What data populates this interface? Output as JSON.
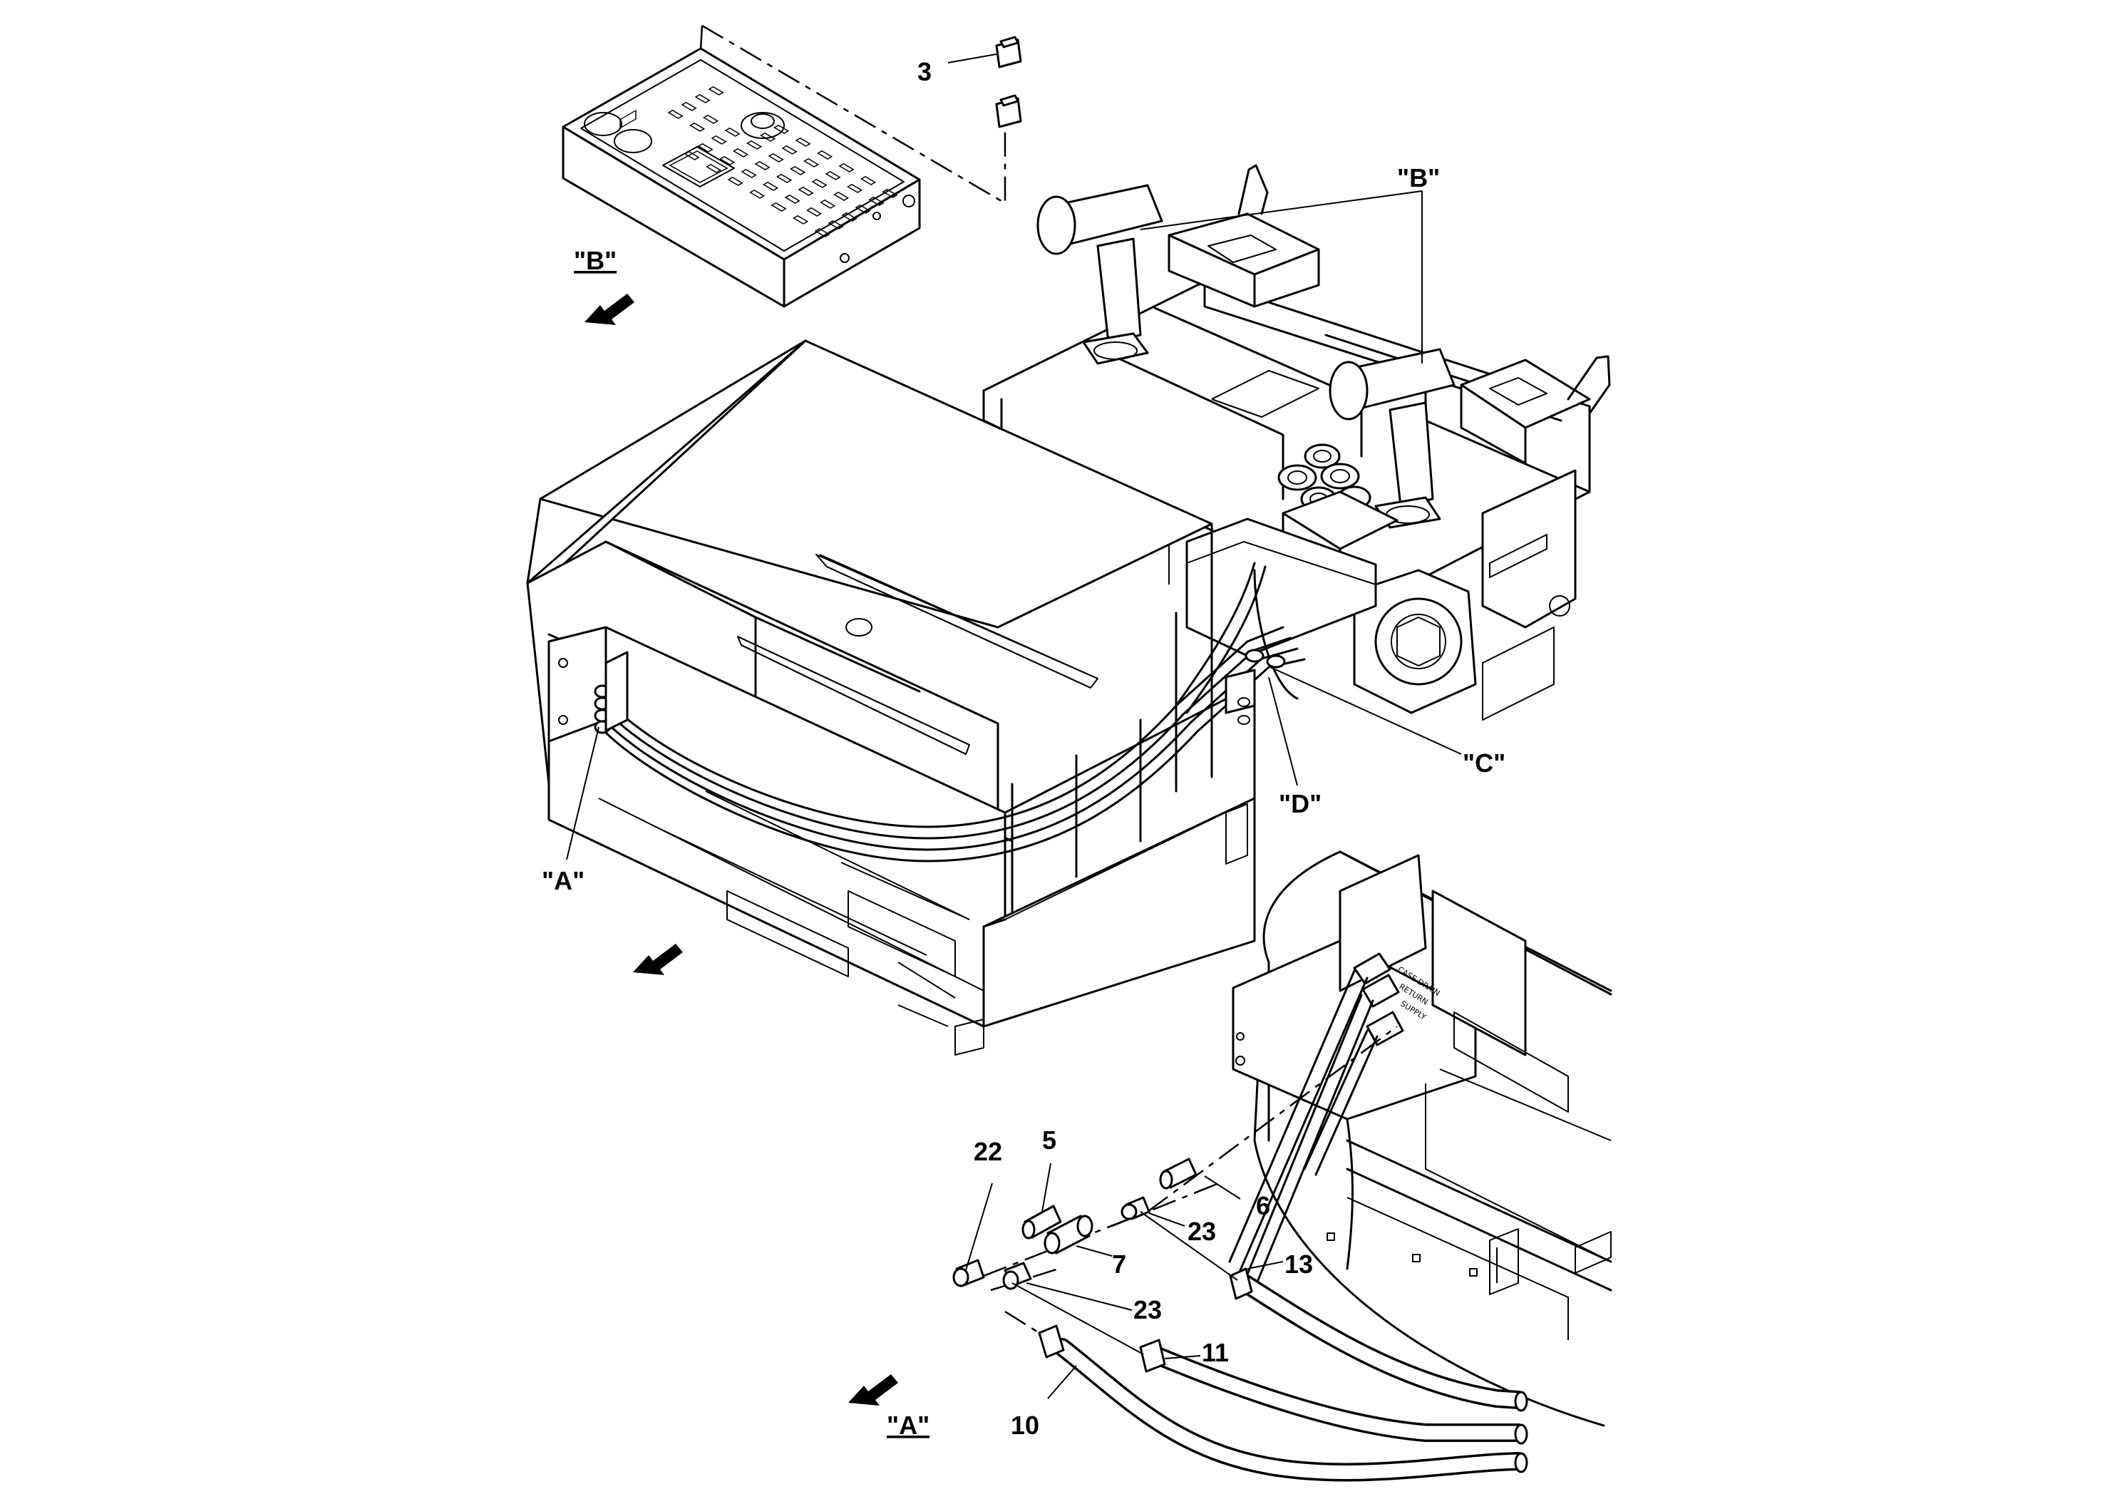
{
  "labels": {
    "view_b_ref": "\"B\"",
    "view_b_title": "\"B\"",
    "view_c": "\"C\"",
    "view_d": "\"D\"",
    "view_a_ref": "\"A\"",
    "view_a_title": "\"A\""
  },
  "callouts": {
    "p3": "3",
    "p5": "5",
    "p6": "6",
    "p7": "7",
    "p10": "10",
    "p11": "11",
    "p13": "13",
    "p22": "22",
    "p23a": "23",
    "p23b": "23"
  },
  "plate_text": {
    "case_drain": "CASE DRAIN",
    "return": "RETURN",
    "supply": "SUPPLY"
  }
}
